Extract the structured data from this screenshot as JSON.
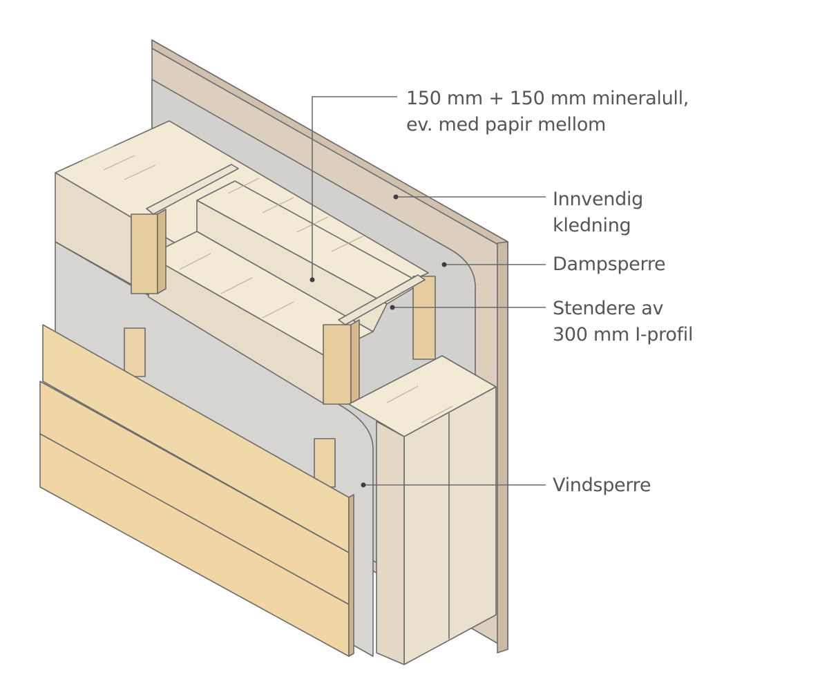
{
  "labels": {
    "insulation": {
      "line1": "150 mm + 150 mm mineralull,",
      "line2": "ev. med papir mellom"
    },
    "interior_cladding": {
      "line1": "Innvendig",
      "line2": "kledning"
    },
    "vapor_barrier": {
      "line1": "Dampsperre"
    },
    "studs": {
      "line1": "Stendere av",
      "line2": "300 mm I-profil"
    },
    "wind_barrier": {
      "line1": "Vindsperre"
    }
  },
  "colors": {
    "interior_board": "#d9cdbc",
    "interior_board_edge": "#c8baa6",
    "vapor_barrier": "#d2d0cc",
    "wind_barrier": "#d6d4d0",
    "mineral_wool": "#f3ead5",
    "mineral_wool_side": "#e6dcc8",
    "wood": "#e7cfa1",
    "cladding": "#f0d9a8",
    "outline": "#6b6b6b"
  }
}
